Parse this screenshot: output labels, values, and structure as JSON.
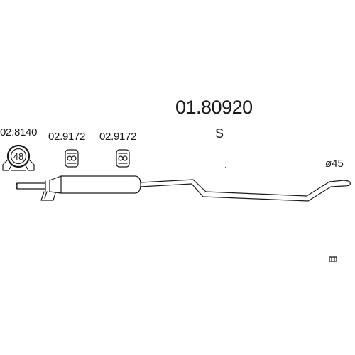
{
  "diagram": {
    "part_number": "01.80920",
    "variant": "S",
    "diameter": "ø45",
    "accessories": [
      {
        "code": "02.8140",
        "label": "48",
        "type": "clamp"
      },
      {
        "code": "02.9172",
        "type": "hanger"
      },
      {
        "code": "02.9172",
        "type": "hanger"
      }
    ]
  }
}
